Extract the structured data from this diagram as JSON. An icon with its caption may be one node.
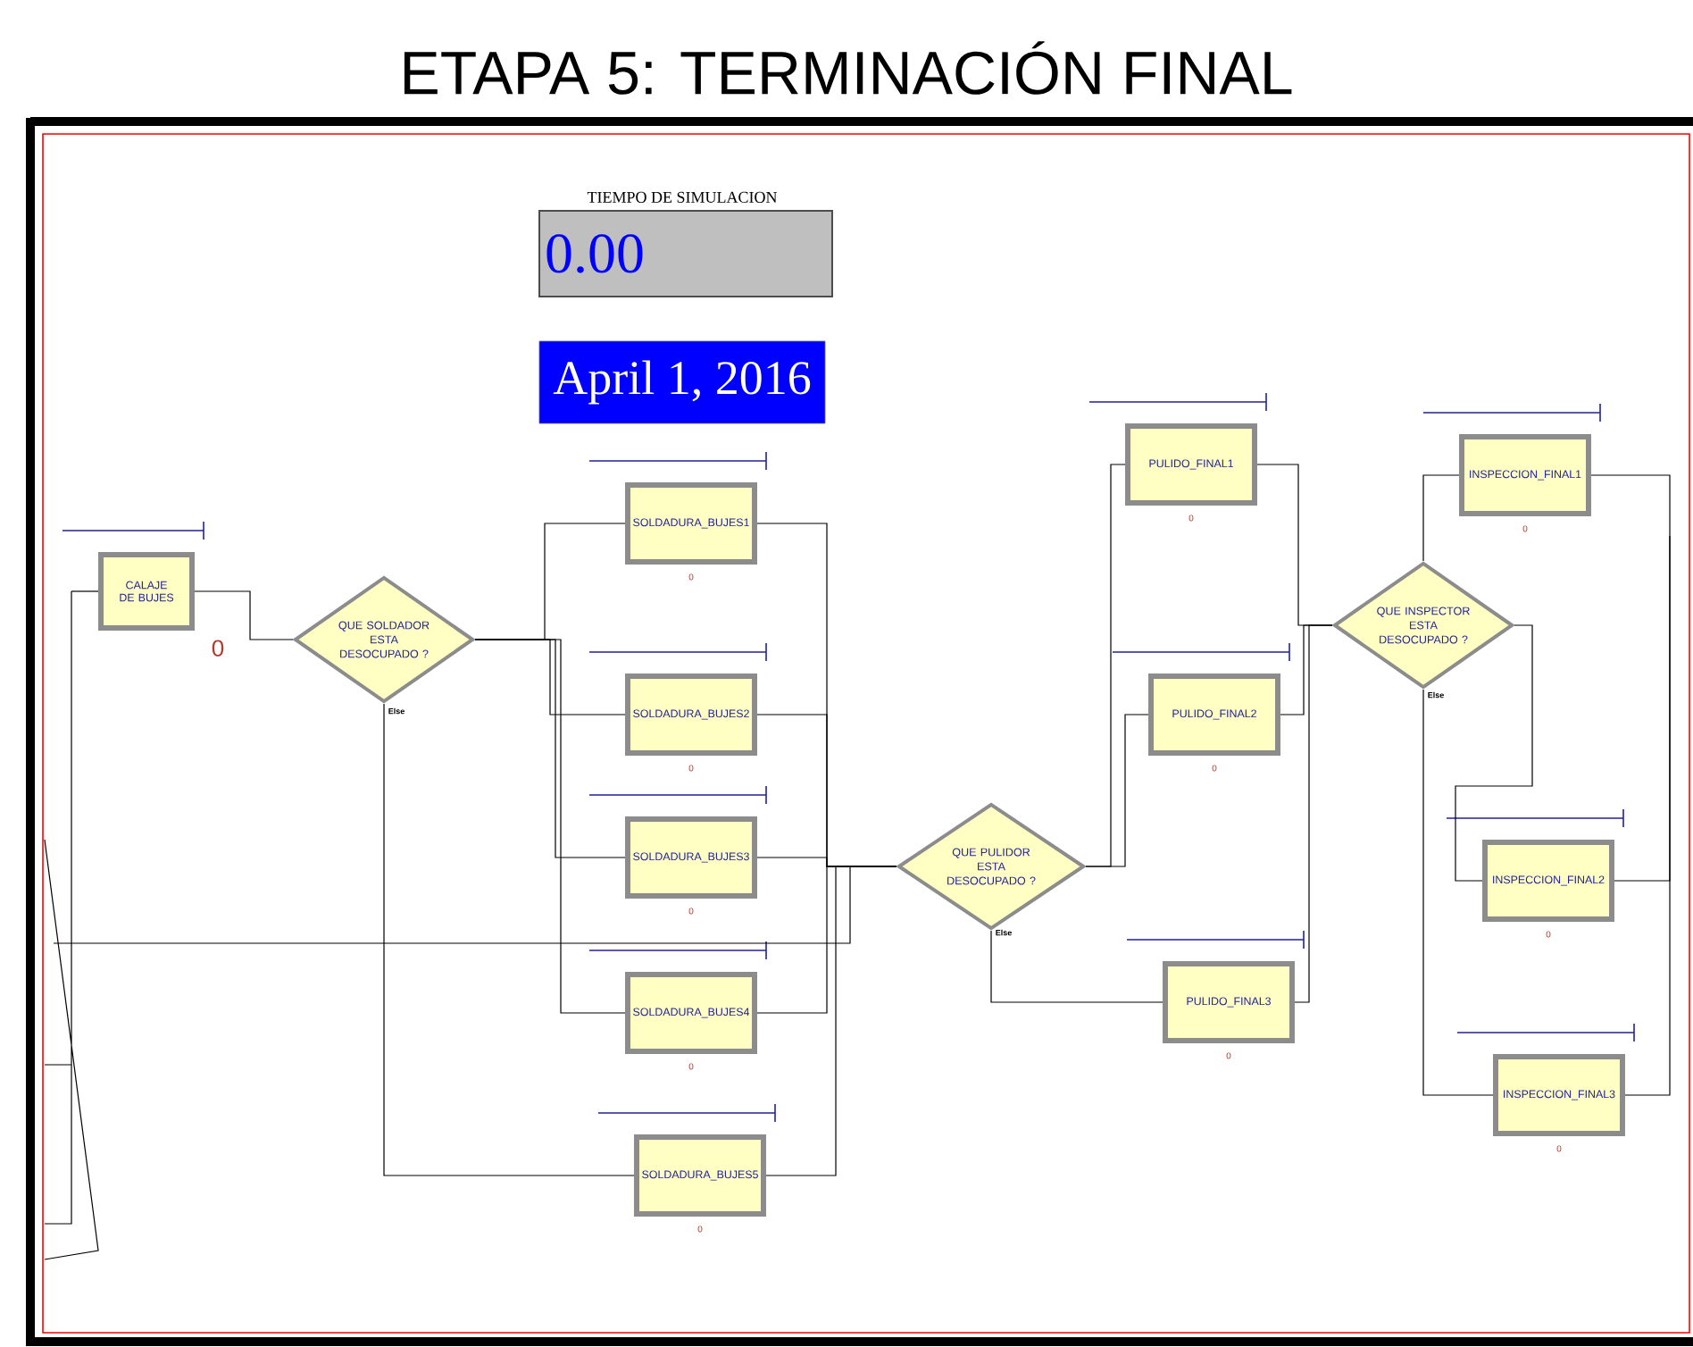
{
  "diagram": {
    "title": "ETAPA 5: TERMINACIÓN FINAL",
    "nodes": [
      {
        "text": [
          "TIEMPO DE SIMULACION",
          "0.00"
        ]
      },
      {
        "text": [
          "April 1, 2016"
        ]
      },
      {
        "text": [
          "CALAJE DE BUJES"
        ],
        "beside": [
          "0"
        ]
      },
      {
        "text": [
          "QUE SOLDADOR ESTA DESOCUPADO ?"
        ]
      },
      {
        "text": [
          "SOLDADURA_BUJES1"
        ],
        "beside": [
          "0"
        ]
      },
      {
        "text": [
          "SOLDADURA_BUJES2"
        ],
        "beside": [
          "0"
        ]
      },
      {
        "text": [
          "SOLDADURA_BUJES3"
        ],
        "beside": [
          "0"
        ]
      },
      {
        "text": [
          "SOLDADURA_BUJES4"
        ],
        "beside": [
          "0"
        ]
      },
      {
        "text": [
          "SOLDADURA_BUJES5"
        ],
        "beside": [
          "0"
        ]
      },
      {
        "text": [
          "QUE PULIDOR ESTA DESOCUPADO ?"
        ]
      },
      {
        "text": [
          "PULIDO_FINAL1"
        ],
        "beside": [
          "0"
        ]
      },
      {
        "text": [
          "PULIDO_FINAL2"
        ],
        "beside": [
          "0"
        ]
      },
      {
        "text": [
          "PULIDO_FINAL3"
        ],
        "beside": [
          "0"
        ]
      },
      {
        "text": [
          "QUE INSPECTOR ESTA DESOCUPADO ?"
        ]
      },
      {
        "text": [
          "INSPECCION_FINAL1"
        ],
        "beside": [
          "0"
        ]
      },
      {
        "text": [
          "INSPECCION_FINAL2"
        ],
        "beside": [
          "0"
        ]
      },
      {
        "text": [
          "INSPECCION_FINAL3"
        ],
        "beside": [
          "0"
        ]
      }
    ],
    "edges": [
      {
        "from": null,
        "to": 2,
        "arrow": "none"
      },
      {
        "from": 2,
        "to": 3,
        "arrow": "none"
      },
      {
        "from": 3,
        "to": 4,
        "arrow": "none"
      },
      {
        "from": 3,
        "to": 5,
        "arrow": "none"
      },
      {
        "from": 3,
        "to": 6,
        "arrow": "none"
      },
      {
        "from": 3,
        "to": 7,
        "arrow": "none"
      },
      {
        "from": 3,
        "to": 8,
        "arrow": "none"
      },
      {
        "from": 4,
        "to": 9,
        "arrow": "none"
      },
      {
        "from": 5,
        "to": 9,
        "arrow": "none"
      },
      {
        "from": 6,
        "to": 9,
        "arrow": "none"
      },
      {
        "from": 7,
        "to": 9,
        "arrow": "none"
      },
      {
        "from": 8,
        "to": 9,
        "arrow": "none"
      },
      {
        "from": null,
        "to": 9,
        "arrow": "none"
      },
      {
        "from": 9,
        "to": 10,
        "arrow": "none"
      },
      {
        "from": 9,
        "to": 11,
        "arrow": "none"
      },
      {
        "from": 9,
        "to": 12,
        "arrow": "none"
      },
      {
        "from": 10,
        "to": 13,
        "arrow": "none"
      },
      {
        "from": 11,
        "to": 13,
        "arrow": "none"
      },
      {
        "from": 12,
        "to": 13,
        "arrow": "none"
      },
      {
        "from": 13,
        "to": 14,
        "arrow": "none"
      },
      {
        "from": 13,
        "to": 15,
        "arrow": "none"
      },
      {
        "from": 13,
        "to": 16,
        "arrow": "none"
      },
      {
        "from": 14,
        "to": null,
        "arrow": "none"
      },
      {
        "from": 15,
        "to": null,
        "arrow": "none"
      },
      {
        "from": 16,
        "to": null,
        "arrow": "none"
      }
    ],
    "labels": [
      "Else",
      "Else",
      "Else"
    ]
  }
}
